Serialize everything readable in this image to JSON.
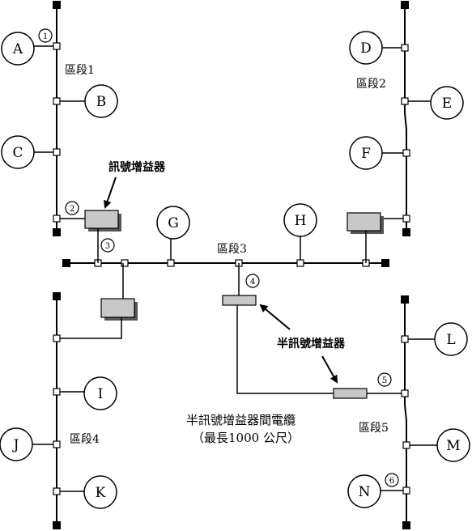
{
  "segments": {
    "seg1": "區段1",
    "seg2": "區段2",
    "seg3": "區段3",
    "seg4": "區段4",
    "seg5": "區段5"
  },
  "nodes": {
    "A": "A",
    "B": "B",
    "C": "C",
    "D": "D",
    "E": "E",
    "F": "F",
    "G": "G",
    "H": "H",
    "I": "I",
    "J": "J",
    "K": "K",
    "L": "L",
    "M": "M",
    "N": "N"
  },
  "markers": {
    "m1": "1",
    "m2": "2",
    "m3": "3",
    "m4": "4",
    "m5": "5",
    "m6": "6"
  },
  "labels": {
    "repeater": "訊號增益器",
    "half_repeater": "半訊號增益器",
    "cable_line1": "半訊號增益器間電纜",
    "cable_line2": "（最長1000 公尺）"
  }
}
